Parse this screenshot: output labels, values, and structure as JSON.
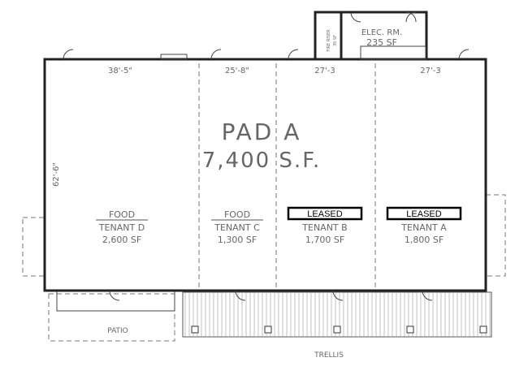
{
  "pad": {
    "title": "PAD A",
    "area": "7,400 S.F."
  },
  "dimensions": {
    "width_d": "38'-5\"",
    "width_c": "25'-8\"",
    "width_b": "27'-3",
    "width_a": "27'-3",
    "depth": "62'-6\""
  },
  "elec_room": {
    "label": "ELEC. RM.",
    "area": "235 SF",
    "fire_riser": "FIRE RISER",
    "fire_riser_area": "35 SF"
  },
  "tenants": [
    {
      "tag": "FOOD",
      "name": "TENANT D",
      "area": "2,600 SF"
    },
    {
      "tag": "FOOD",
      "name": "TENANT C",
      "area": "1,300 SF"
    },
    {
      "tag": "LEASED",
      "name": "TENANT B",
      "area": "1,700 SF"
    },
    {
      "tag": "LEASED",
      "name": "TENANT A",
      "area": "1,800 SF"
    }
  ],
  "patio": "PATIO",
  "trellis": "TRELLIS"
}
